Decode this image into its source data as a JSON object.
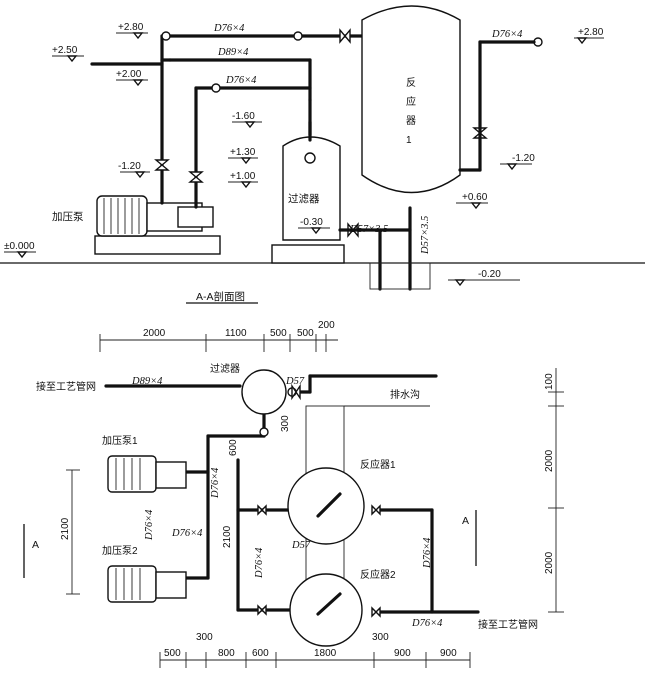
{
  "section": {
    "elevations": {
      "e280_left": "+2.80",
      "e250": "+2.50",
      "e200": "+2.00",
      "e120_neg": "-1.20",
      "e160_neg": "-1.60",
      "e130": "+1.30",
      "e100": "+1.00",
      "e030_neg": "-0.30",
      "ground": "±0.000",
      "e020_neg": "-0.20",
      "e060": "+0.60",
      "e120_right": "-1.20",
      "e280_right": "+2.80"
    },
    "pipes": {
      "d76_top": "D76×4",
      "d89_top": "D89×4",
      "d76_mid": "D76×4",
      "d76_right": "D76×4",
      "d57_a": "D57×3.5",
      "d57_b": "D57×3.5"
    },
    "labels": {
      "pump": "加压泵",
      "filter": "过滤器",
      "reactor": "反\n应\n器\n1"
    },
    "title": "A-A剖面图"
  },
  "plan": {
    "dims_top": [
      "2000",
      "1100",
      "500",
      "500",
      "200"
    ],
    "dims_bottom": [
      "500",
      "800",
      "600",
      "1800",
      "900",
      "900"
    ],
    "dims_300_left": "300",
    "dims_300_right": "300",
    "dims_right": [
      "100",
      "2000",
      "2000"
    ],
    "dims_v": {
      "d600": "600",
      "d300": "300",
      "d2100a": "2100",
      "d2100b": "2100"
    },
    "labels": {
      "inlet": "接至工艺管网",
      "outlet": "接至工艺管网",
      "d89": "D89×4",
      "filter": "过滤器",
      "d57_top": "D57",
      "drain": "排水沟",
      "pump1": "加压泵1",
      "pump2": "加压泵2",
      "reactor1": "反应器1",
      "reactor2": "反应器2",
      "d76_v1": "D76×4",
      "d76_v2": "D76×4",
      "d76_h": "D76×4",
      "d76_v3": "D76×4",
      "d57_mid": "D57",
      "d76_v4": "D76×4",
      "d76_out": "D76×4",
      "a_left": "A",
      "a_right": "A"
    }
  }
}
